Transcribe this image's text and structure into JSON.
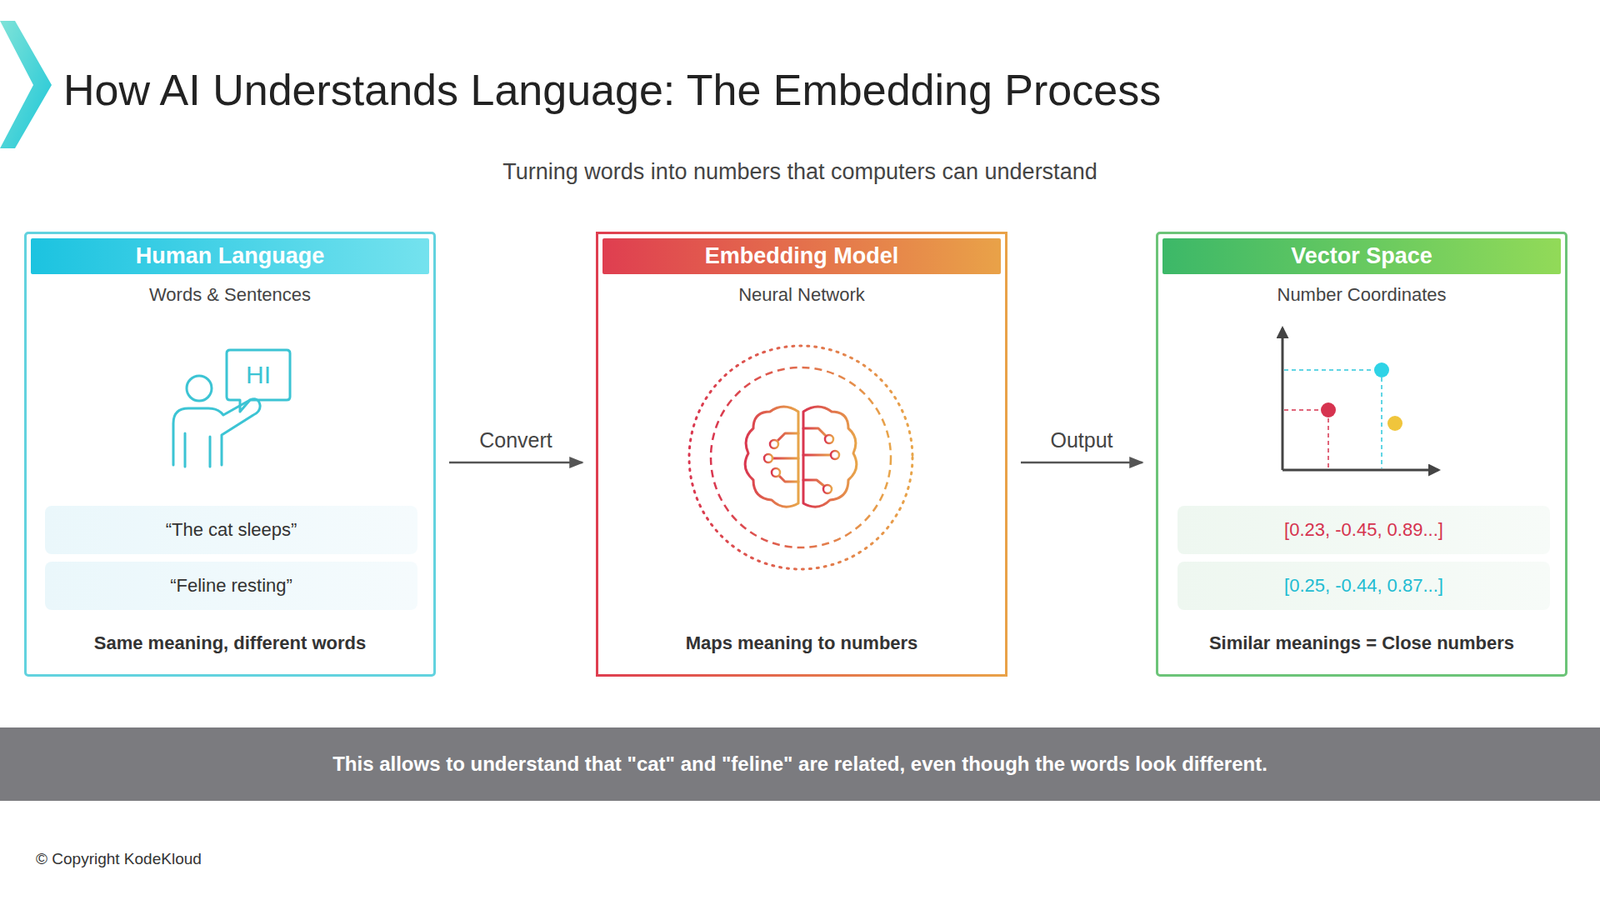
{
  "diagram": {
    "title": "How AI Understands Language: The Embedding Process",
    "nodes": [
      {
        "text": [
          "Human Language",
          "Words & Sentences",
          "Same meaning, different words"
        ]
      },
      {
        "text": [
          "“The cat sleeps”"
        ],
        "in": 0
      },
      {
        "text": [
          "“Feline resting”"
        ],
        "in": 0
      },
      {
        "text": [
          "Embedding Model",
          "Neural Network",
          "Maps meaning to numbers"
        ]
      },
      {
        "text": [
          "Vector Space",
          "Number Coordinates",
          "Similar meanings = Close numbers"
        ]
      },
      {
        "text": [
          "[0.23, -0.45, 0.89...]"
        ],
        "in": 4
      },
      {
        "text": [
          "[0.25, -0.44, 0.87...]"
        ],
        "in": 4
      },
      {
        "text": [
          "This allows to understand that \"cat\" and \"feline\" are related, even though the words look different."
        ]
      }
    ],
    "edges": [
      {
        "from": 0,
        "to": 3,
        "label": "Convert",
        "arrow": "to"
      },
      {
        "from": 3,
        "to": 4,
        "label": "Output",
        "arrow": "to"
      }
    ],
    "labels": [
      "Turning words into numbers that computers can understand",
      "HI",
      "© Copyright KodeKloud"
    ]
  }
}
